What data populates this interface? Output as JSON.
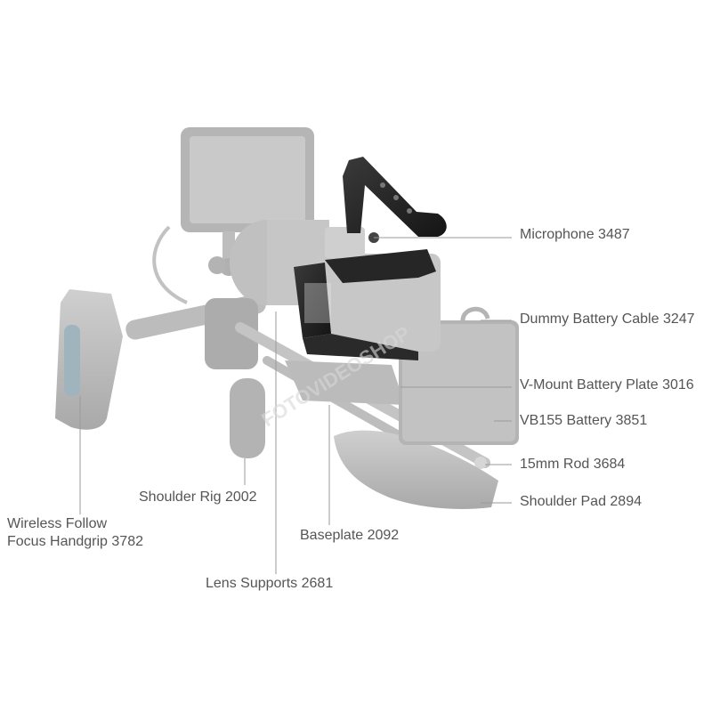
{
  "callouts": {
    "microphone": "Microphone 3487",
    "dummy_battery_cable": "Dummy Battery Cable 3247",
    "vmount_plate": "V-Mount Battery Plate 3016",
    "vb155_battery": "VB155 Battery 3851",
    "rod_15mm": "15mm Rod 3684",
    "shoulder_pad": "Shoulder Pad 2894",
    "shoulder_rig": "Shoulder Rig 2002",
    "baseplate": "Baseplate 2092",
    "lens_supports": "Lens Supports 2681",
    "wireless_grip_line1": "Wireless Follow",
    "wireless_grip_line2": "Focus Handgrip 3782"
  },
  "watermark": "FOTOVIDEOSHOP",
  "colors": {
    "label": "#555555",
    "leader": "#9a9a9a",
    "ghost_gear": "#b9b9b9",
    "cage": "#2b2b2b"
  }
}
